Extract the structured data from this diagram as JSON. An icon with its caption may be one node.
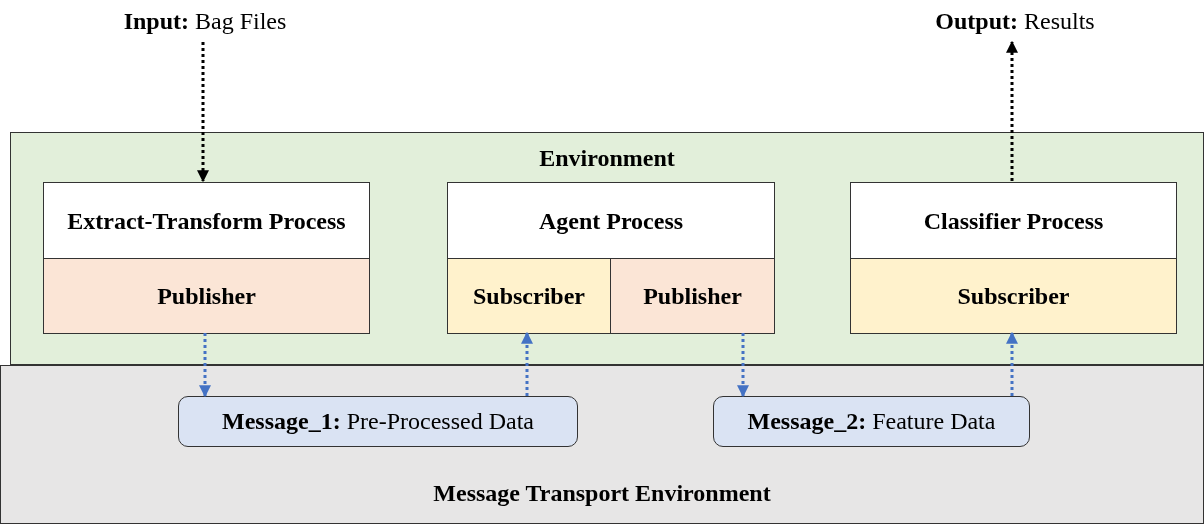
{
  "diagram": {
    "nodes": [
      {
        "text": [
          "**Input:** Bag Files"
        ]
      },
      {
        "text": [
          "**Output:** Results"
        ]
      },
      {
        "text": [
          "Environment"
        ]
      },
      {
        "text": [
          "Extract-Transform Process"
        ],
        "in": 2
      },
      {
        "text": [
          "Publisher"
        ],
        "in": 3
      },
      {
        "text": [
          "Agent Process"
        ],
        "in": 2
      },
      {
        "text": [
          "Subscriber"
        ],
        "in": 5
      },
      {
        "text": [
          "Publisher"
        ],
        "in": 5
      },
      {
        "text": [
          "Classifier Process"
        ],
        "in": 2
      },
      {
        "text": [
          "Subscriber"
        ],
        "in": 8
      },
      {
        "text": [
          "Message Transport Environment"
        ]
      },
      {
        "text": [
          "**Message_1:** Pre-Processed Data"
        ],
        "in": 10
      },
      {
        "text": [
          "**Message_2:** Feature Data"
        ],
        "in": 10
      }
    ],
    "edges": [
      {
        "from": 0,
        "to": 3,
        "arrow": "to",
        "color": "#000000"
      },
      {
        "from": 8,
        "to": 1,
        "arrow": "to",
        "color": "#000000"
      },
      {
        "from": 4,
        "to": 11,
        "arrow": "to"
      },
      {
        "from": 11,
        "to": 6,
        "arrow": "to"
      },
      {
        "from": 7,
        "to": 12,
        "arrow": "to"
      },
      {
        "from": 12,
        "to": 9,
        "arrow": "to"
      }
    ]
  }
}
